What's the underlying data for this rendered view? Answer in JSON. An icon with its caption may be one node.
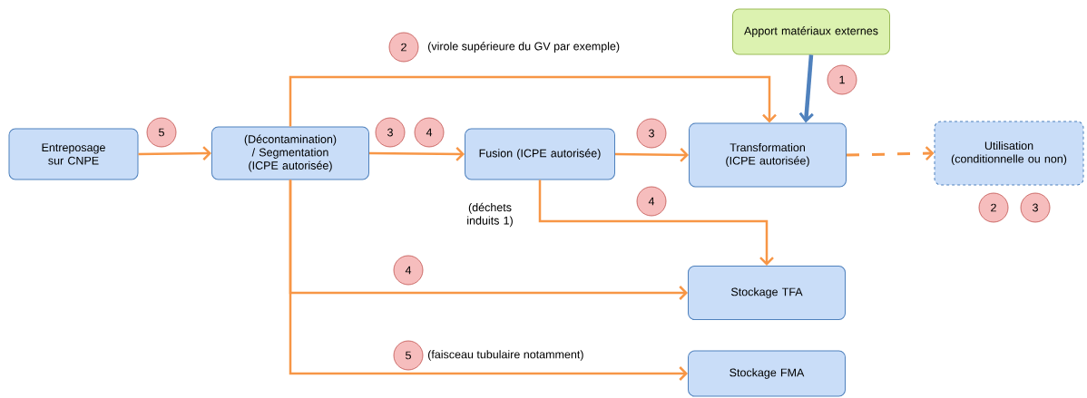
{
  "diagram": {
    "nodes": [
      {
        "text": [
          "Entreposage sur CNPE"
        ]
      },
      {
        "text": [
          "(Décontamination) / Segmentation (ICPE autorisée)"
        ]
      },
      {
        "text": [
          "Fusion (ICPE autorisée)"
        ]
      },
      {
        "text": [
          "Transformation (ICPE autorisée)"
        ]
      },
      {
        "text": [
          "Utilisation (conditionnelle ou non)"
        ]
      },
      {
        "text": [
          "Apport matériaux externes"
        ]
      },
      {
        "text": [
          "Stockage TFA"
        ]
      },
      {
        "text": [
          "Stockage FMA"
        ]
      },
      {
        "text": [
          "2"
        ]
      },
      {
        "text": [
          "1"
        ]
      },
      {
        "text": [
          "5"
        ]
      },
      {
        "text": [
          "3"
        ]
      },
      {
        "text": [
          "4"
        ]
      },
      {
        "text": [
          "3"
        ]
      },
      {
        "text": [
          "4"
        ]
      },
      {
        "text": [
          "2"
        ]
      },
      {
        "text": [
          "3"
        ]
      },
      {
        "text": [
          "4"
        ]
      },
      {
        "text": [
          "5"
        ]
      }
    ],
    "edges": [
      {
        "from": 0,
        "to": 1,
        "arrow": "to"
      },
      {
        "from": 1,
        "to": 2,
        "arrow": "to"
      },
      {
        "from": 2,
        "to": 3,
        "arrow": "to"
      },
      {
        "from": 3,
        "to": 4,
        "arrow": "to",
        "style": "dashed"
      },
      {
        "from": 5,
        "to": 3,
        "arrow": "to",
        "style": "thick",
        "color": "#4f81bd"
      },
      {
        "from": 1,
        "to": 3,
        "arrow": "to"
      },
      {
        "from": 2,
        "to": 6,
        "arrow": "to"
      },
      {
        "from": 1,
        "to": 6,
        "arrow": "to"
      },
      {
        "from": 1,
        "to": 7,
        "arrow": "to"
      }
    ],
    "labels": [
      "(virole supérieure du GV par exemple)",
      "(déchets induits 1)",
      "(faisceau tubulaire notamment)"
    ]
  }
}
